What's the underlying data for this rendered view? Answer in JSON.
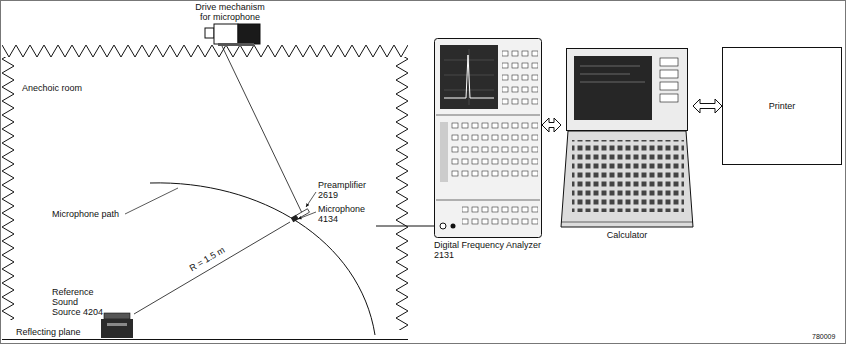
{
  "diagram": {
    "nodes": [
      {
        "text": [
          "Drive mechanism for microphone"
        ]
      },
      {
        "text": [
          "Anechoic room"
        ]
      },
      {
        "text": [
          "Reference Sound Source 4204"
        ],
        "in": 1
      },
      {
        "text": [
          "Digital Frequency Analyzer 2131"
        ]
      },
      {
        "text": [
          "Calculator"
        ]
      },
      {
        "text": [
          "Printer"
        ]
      }
    ],
    "edges": [
      {
        "from": 3,
        "to": 4,
        "arrow": "both"
      },
      {
        "from": 4,
        "to": 5,
        "arrow": "both"
      }
    ],
    "labels": [
      "Microphone path",
      "Preamplifier 2619",
      "Microphone 4134",
      "R = 1.5 m",
      "Reflecting plane",
      "780009"
    ]
  }
}
